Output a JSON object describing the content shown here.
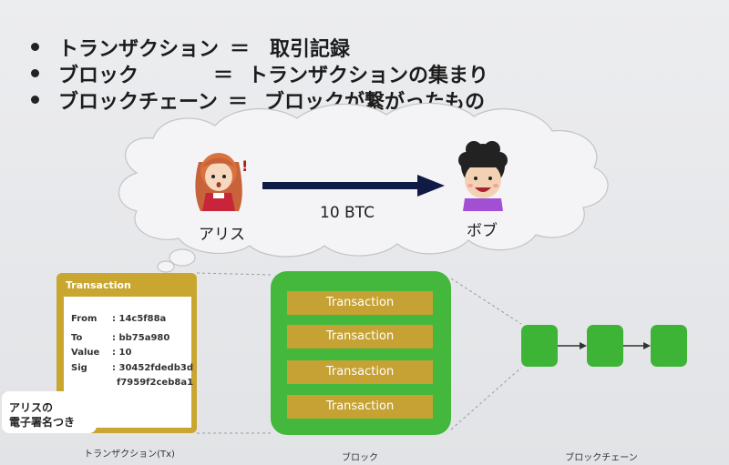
{
  "bullets": [
    {
      "term": "トランザクション",
      "equals": "＝",
      "definition": "取引記録"
    },
    {
      "term": "ブロック",
      "equals": "＝",
      "definition": "トランザクションの集まり"
    },
    {
      "term": "ブロックチェーン",
      "equals": "＝",
      "definition": "ブロックが繋がったもの"
    }
  ],
  "scene": {
    "sender": "アリス",
    "receiver": "ボブ",
    "amount": "10 BTC",
    "exclaim": "!"
  },
  "tx_card": {
    "title": "Transaction",
    "fields": [
      {
        "key": "From",
        "value": ": 14c5f88a"
      },
      {
        "key": "To",
        "value": ": bb75a980"
      },
      {
        "key": "Value",
        "value": ": 10"
      },
      {
        "key": "Sig",
        "value": ": 30452fdedb3d"
      },
      {
        "key": "",
        "value": "f7959f2ceb8a1"
      }
    ],
    "callout_line1": "アリスの",
    "callout_line2": "電子署名つき"
  },
  "block": {
    "transactions": [
      "Transaction",
      "Transaction",
      "Transaction",
      "Transaction"
    ]
  },
  "captions": {
    "transaction": "トランザクション(Tx)",
    "block": "ブロック",
    "blockchain": "ブロックチェーン"
  },
  "colors": {
    "gold": "#c9a630",
    "green": "#44b83c",
    "arrow": "#0f1a45"
  }
}
